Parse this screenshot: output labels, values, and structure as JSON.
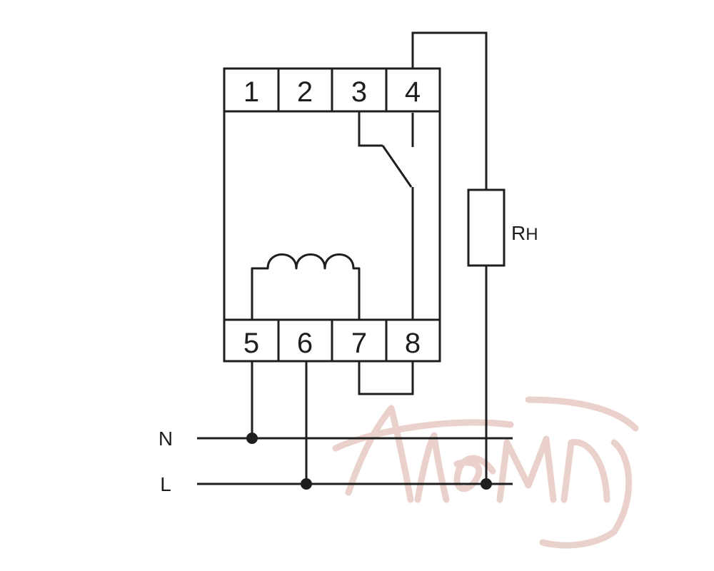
{
  "terminals": {
    "top": [
      "1",
      "2",
      "3",
      "4"
    ],
    "bottom": [
      "5",
      "6",
      "7",
      "8"
    ]
  },
  "lines": {
    "neutral": "N",
    "live": "L"
  },
  "load_resistor": {
    "main": "R",
    "sub": "H"
  },
  "watermark": "Алемп",
  "colors": {
    "ink": "#1e1e1e",
    "watermark": "#e8cdc6"
  }
}
